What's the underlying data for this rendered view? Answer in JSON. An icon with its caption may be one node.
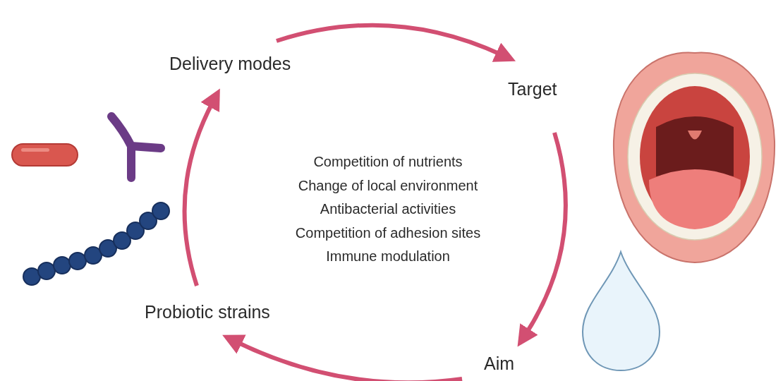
{
  "diagram": {
    "nodes": [
      {
        "text": [
          "Delivery modes"
        ]
      },
      {
        "text": [
          "Target"
        ]
      },
      {
        "text": [
          "Aim"
        ]
      },
      {
        "text": [
          "Probiotic strains"
        ]
      }
    ],
    "edges": [
      {
        "from": 0,
        "to": 1,
        "arrow": "to"
      },
      {
        "from": 1,
        "to": 2,
        "arrow": "to"
      },
      {
        "from": 2,
        "to": 3,
        "arrow": "to"
      },
      {
        "from": 3,
        "to": 0,
        "arrow": "to"
      }
    ],
    "labels": [
      "Competition of nutrients",
      "Change of local environment",
      "Antibacterial activities",
      "Competition of adhesion sites",
      "Immune modulation"
    ]
  }
}
